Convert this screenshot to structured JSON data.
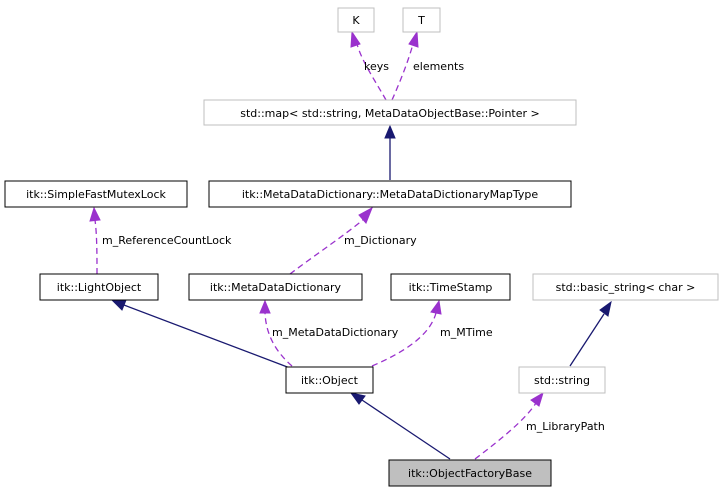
{
  "nodes": {
    "k": "K",
    "t": "T",
    "std_map": "std::map< std::string, MetaDataObjectBase::Pointer >",
    "mutex_lock": "itk::SimpleFastMutexLock",
    "map_type": "itk::MetaDataDictionary::MetaDataDictionaryMapType",
    "light_object": "itk::LightObject",
    "meta_dictionary": "itk::MetaDataDictionary",
    "time_stamp": "itk::TimeStamp",
    "basic_string": "std::basic_string< char >",
    "object": "itk::Object",
    "std_string": "std::string",
    "factory_base": "itk::ObjectFactoryBase"
  },
  "edge_labels": {
    "keys": "keys",
    "elements": "elements",
    "reference_count_lock": "m_ReferenceCountLock",
    "dictionary": "m_Dictionary",
    "meta_data_dictionary": "m_MetaDataDictionary",
    "mtime": "m_MTime",
    "library_path": "m_LibraryPath"
  }
}
